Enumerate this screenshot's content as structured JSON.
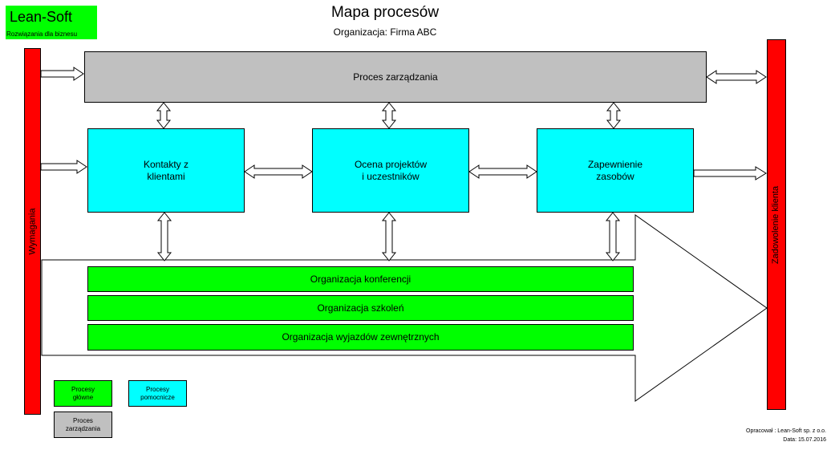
{
  "logo": {
    "name": "Lean-Soft",
    "tagline": "Rozwiązania dla biznesu"
  },
  "header": {
    "title": "Mapa procesów",
    "subtitle": "Organizacja: Firma ABC"
  },
  "side_bars": {
    "left": "Wymagania",
    "right": "Zadowolenie klienta"
  },
  "management": {
    "label": "Proces zarządzania"
  },
  "support": [
    {
      "label": "Kontakty z\nklientami"
    },
    {
      "label": "Ocena projektów\ni uczestników"
    },
    {
      "label": "Zapewnienie\nzasobów"
    }
  ],
  "main": [
    {
      "label": "Organizacja konferencji"
    },
    {
      "label": "Organizacja szkoleń"
    },
    {
      "label": "Organizacja wyjazdów zewnętrznych"
    }
  ],
  "legend": {
    "main": "Procesy\ngłówne",
    "support": "Procesy\npomocnicze",
    "management": "Proces\nzarządzania"
  },
  "footer": {
    "author": "Opracował : Lean-Soft sp. z o.o.",
    "date": "Data: 15.07.2016"
  },
  "colors": {
    "main": "#00ff00",
    "support": "#00ffff",
    "management": "#c0c0c0",
    "bars": "#ff0000"
  }
}
